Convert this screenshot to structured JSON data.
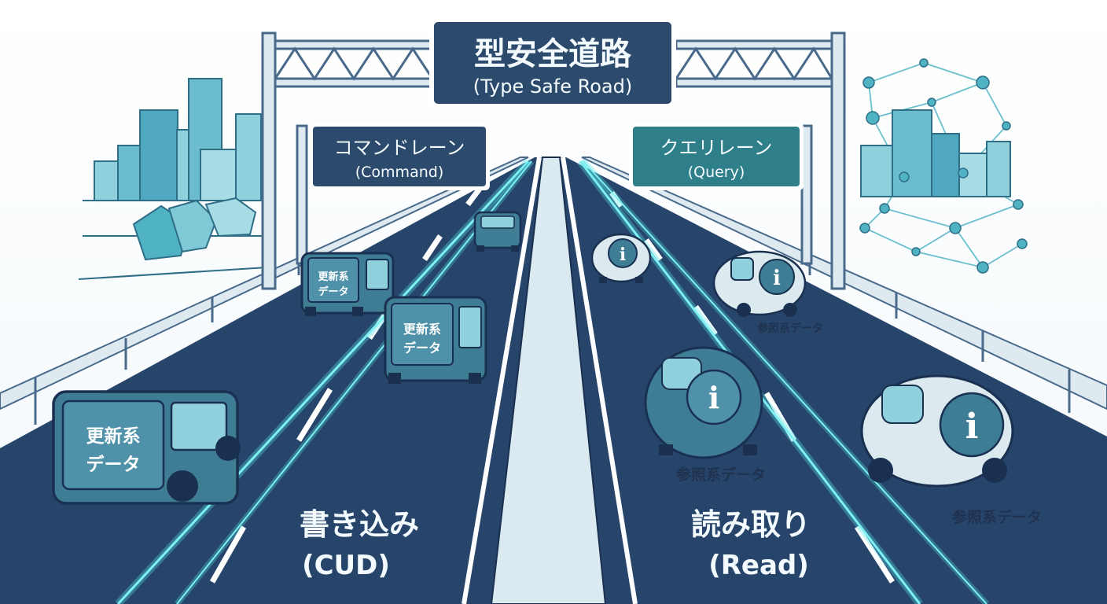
{
  "main_sign": {
    "title": "型安全道路",
    "subtitle": "(Type Safe Road)"
  },
  "left_sign": {
    "title": "コマンドレーン",
    "subtitle": "(Command)"
  },
  "right_sign": {
    "title": "クエリレーン",
    "subtitle": "(Query)"
  },
  "left_lane": {
    "label": "書き込み",
    "sublabel": "(CUD)",
    "cars": [
      {
        "line1": "更新系",
        "line2": "データ"
      },
      {
        "line1": "更新系",
        "line2": "データ"
      },
      {
        "line1": "更新系",
        "line2": "データ"
      }
    ]
  },
  "right_lane": {
    "label": "読み取り",
    "sublabel": "(Read)",
    "info_symbol": "i",
    "car_labels": [
      "参照系データ",
      "参照系データ",
      "参照系データ"
    ]
  },
  "colors": {
    "road": "#27446a",
    "sign": "#2c4a6b",
    "sign_teal": "#2f7f8a",
    "glow": "#4fe3e6",
    "car_blue": "#3f7d94",
    "car_light": "#dce9ef"
  }
}
